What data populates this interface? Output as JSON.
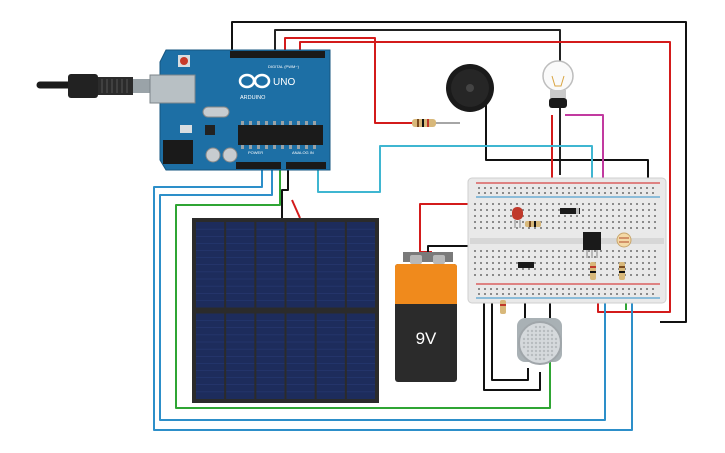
{
  "arduino": {
    "logo_text": "ARDUINO",
    "model": "UNO",
    "digital_header": "DIGITAL (PWM~)",
    "power_header": "POWER",
    "analog_header": "ANALOG IN",
    "board_color": "#1d6fa5"
  },
  "battery": {
    "voltage_label": "9V",
    "body_color": "#f08a1c"
  },
  "colors": {
    "wire_red": "#d31b1b",
    "wire_black": "#111111",
    "wire_green": "#2fa534",
    "wire_blue": "#2d8fc9",
    "wire_cyan": "#3fb6d1",
    "wire_magenta": "#c23aa0",
    "solar_cell": "#1d2c5c"
  }
}
